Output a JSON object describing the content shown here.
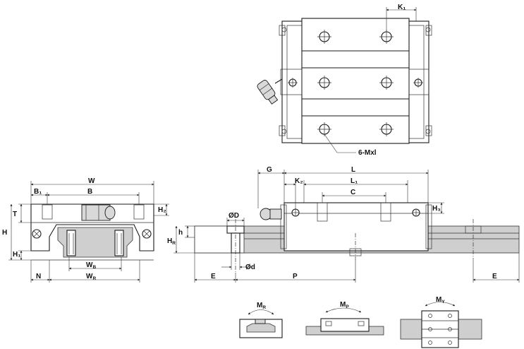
{
  "labels": {
    "K1": "K₁",
    "mxl": "6-Mxl",
    "W": "W",
    "B1": "B₁",
    "B": "B",
    "T": "T",
    "H": "H",
    "H1": "H₁",
    "H2": "H₂",
    "N": "N",
    "WB": "W",
    "WB_sub": "B",
    "WR": "W",
    "WR_sub": "R",
    "G": "G",
    "L": "L",
    "K2": "K₂",
    "L1": "L₁",
    "C": "C",
    "H3": "H₃",
    "phiD": "ØD",
    "h": "h",
    "HR": "H",
    "HR_sub": "R",
    "phid": "Ød",
    "E1": "E",
    "P": "P",
    "E2": "E",
    "MR": "M",
    "MR_sub": "R",
    "MP": "M",
    "MP_sub": "P",
    "MY": "M",
    "MY_sub": "Y"
  }
}
